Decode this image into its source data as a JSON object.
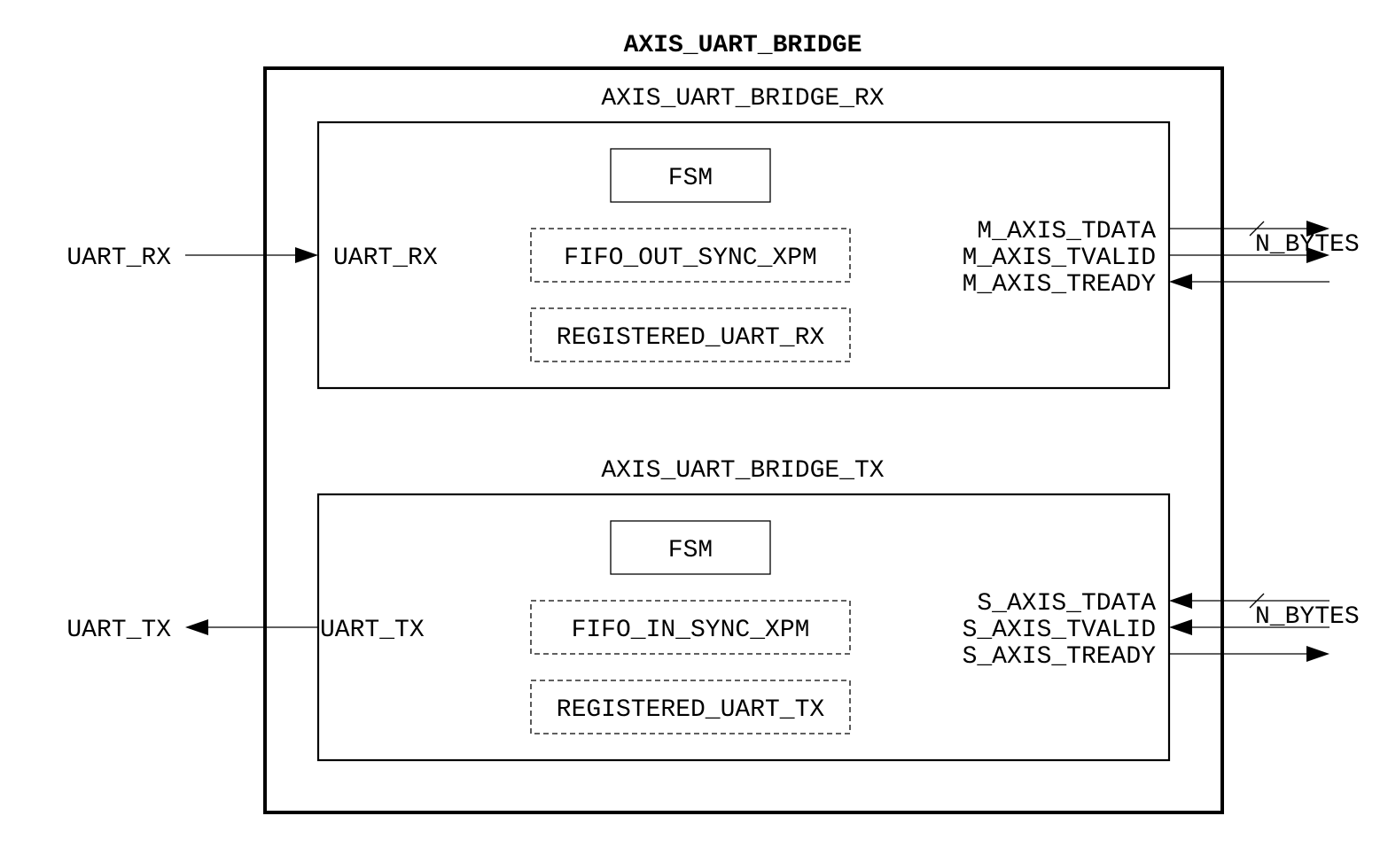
{
  "diagram": {
    "title": "AXIS_UART_BRIDGE",
    "rx": {
      "title": "AXIS_UART_BRIDGE_RX",
      "fsm": "FSM",
      "fifo": "FIFO_OUT_SYNC_XPM",
      "registered": "REGISTERED_UART_RX",
      "in_port": "UART_RX",
      "m_tdata": "M_AXIS_TDATA",
      "m_tvalid": "M_AXIS_TVALID",
      "m_tready": "M_AXIS_TREADY",
      "bus_width": "N_BYTES"
    },
    "tx": {
      "title": "AXIS_UART_BRIDGE_TX",
      "fsm": "FSM",
      "fifo": "FIFO_IN_SYNC_XPM",
      "registered": "REGISTERED_UART_TX",
      "out_port": "UART_TX",
      "s_tdata": "S_AXIS_TDATA",
      "s_tvalid": "S_AXIS_TVALID",
      "s_tready": "S_AXIS_TREADY",
      "bus_width": "N_BYTES"
    },
    "external": {
      "uart_rx": "UART_RX",
      "uart_tx": "UART_TX"
    }
  }
}
